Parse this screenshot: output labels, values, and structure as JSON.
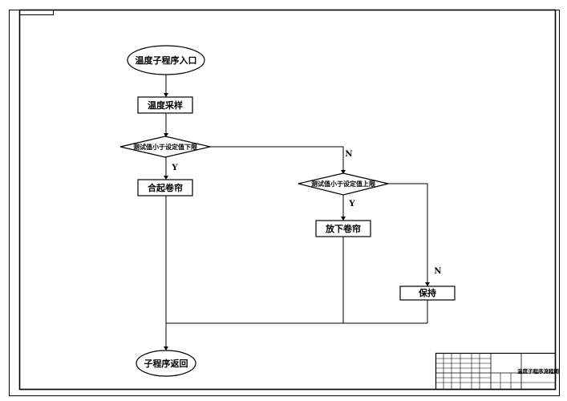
{
  "flowchart": {
    "start": "温度子程序入口",
    "sample": "温度采样",
    "decision_low": "测试值小于设定值下限",
    "yes_1": "Y",
    "no_1": "N",
    "close_curtain": "合起卷帘",
    "decision_high": "测试值小于设定值上限",
    "yes_2": "Y",
    "no_2": "N",
    "lower_curtain": "放下卷帘",
    "hold": "保持",
    "end": "子程序返回"
  },
  "title_block": {
    "drawing_title": "温度子程序流程图"
  }
}
